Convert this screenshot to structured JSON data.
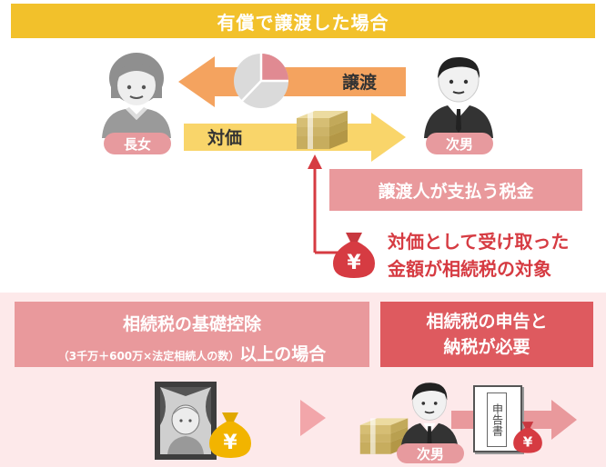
{
  "title": "有償で譲渡した場合",
  "persons": {
    "daughter": "長女",
    "son": "次男"
  },
  "arrows": {
    "transfer": "譲渡",
    "consideration": "対価"
  },
  "tax_payer_box": "譲渡人が支払う税金",
  "note_lines": [
    "対価として受け取った",
    "金額が相続税の対象"
  ],
  "bottom_left": {
    "line1": "相続税の基礎控除",
    "line2_small": "（3千万＋600万×法定相続人の数）",
    "line2_big": "以上の場合"
  },
  "bottom_right": [
    "相続税の申告と",
    "納税が必要"
  ],
  "document_label": "申告書",
  "bottom_person": "次男",
  "currency_symbol": "¥",
  "colors": {
    "banner": "#f2c12b",
    "pink": "#e9999c",
    "red": "#d63b42",
    "orange_arrow": "#f4a35f",
    "yellow_arrow": "#f9d56a",
    "bottom_bg": "#fde9ea"
  }
}
